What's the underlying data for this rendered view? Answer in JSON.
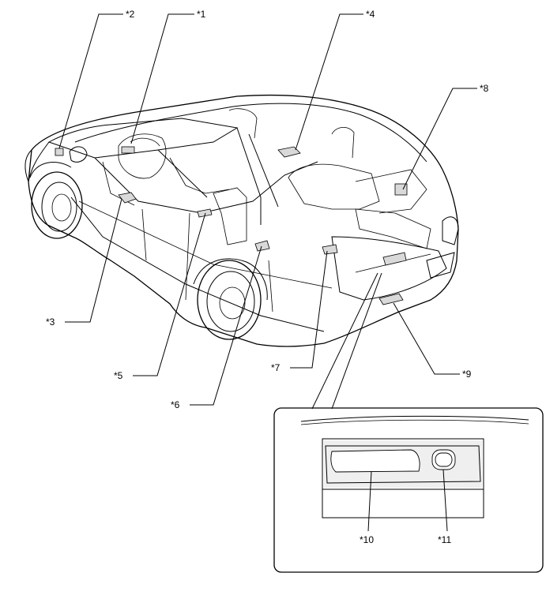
{
  "callouts": [
    {
      "id": "c1",
      "label": "*1"
    },
    {
      "id": "c2",
      "label": "*2"
    },
    {
      "id": "c3",
      "label": "*3"
    },
    {
      "id": "c4",
      "label": "*4"
    },
    {
      "id": "c5",
      "label": "*5"
    },
    {
      "id": "c6",
      "label": "*6"
    },
    {
      "id": "c7",
      "label": "*7"
    },
    {
      "id": "c8",
      "label": "*8"
    },
    {
      "id": "c9",
      "label": "*9"
    },
    {
      "id": "c10",
      "label": "*10"
    },
    {
      "id": "c11",
      "label": "*11"
    }
  ]
}
